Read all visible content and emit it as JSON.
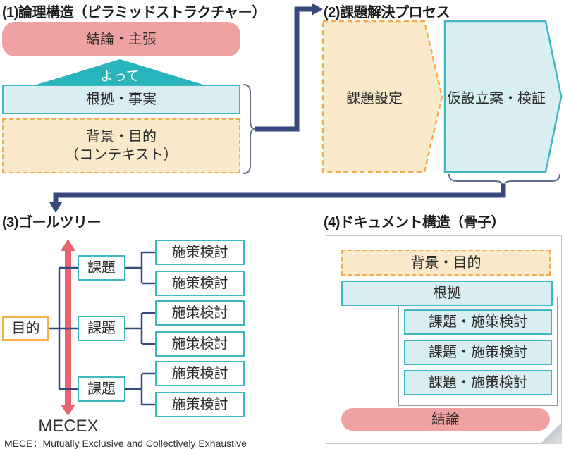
{
  "colors": {
    "pink_fill": "#F0A1A2",
    "teal_triangle": "#29B3BC",
    "teal_border": "#3FB8C2",
    "cyan_fill": "#D9EEF3",
    "orange_border": "#F2AE4E",
    "orange_fill": "#FBE9CC",
    "goal_border": "#F2B544",
    "navy_line": "#35497C",
    "brace_slate": "#5F6E8E",
    "red_arrow": "#E8636C",
    "doc_border": "#C6C6C6",
    "inner_border": "#95989D",
    "text": "#2B2B2B"
  },
  "s1": {
    "title": "(1)論理構造（ピラミッドストラクチャー）",
    "conclusion": "結論・主張",
    "connector": "よって",
    "evidence": "根拠・事実",
    "background": [
      "背景・目的",
      "（コンテキスト）"
    ]
  },
  "s2": {
    "title": "(2)課題解決プロセス",
    "steps": [
      "課題設定",
      "仮設立案・検証"
    ]
  },
  "s3": {
    "title": "(3)ゴールツリー",
    "goal": "目的",
    "issues": [
      "課題",
      "課題",
      "課題"
    ],
    "measures": [
      "施策検討",
      "施策検討",
      "施策検討",
      "施策検討",
      "施策検討",
      "施策検討"
    ],
    "axis_label": "MECEX",
    "footnote": "MECE：Mutually Exclusive and Collectively Exhaustive"
  },
  "s4": {
    "title": "(4)ドキュメント構造（骨子）",
    "background": "背景・目的",
    "evidence": "根拠",
    "items": [
      "課題・施策検討",
      "課題・施策検討",
      "課題・施策検討"
    ],
    "conclusion": "結論"
  }
}
